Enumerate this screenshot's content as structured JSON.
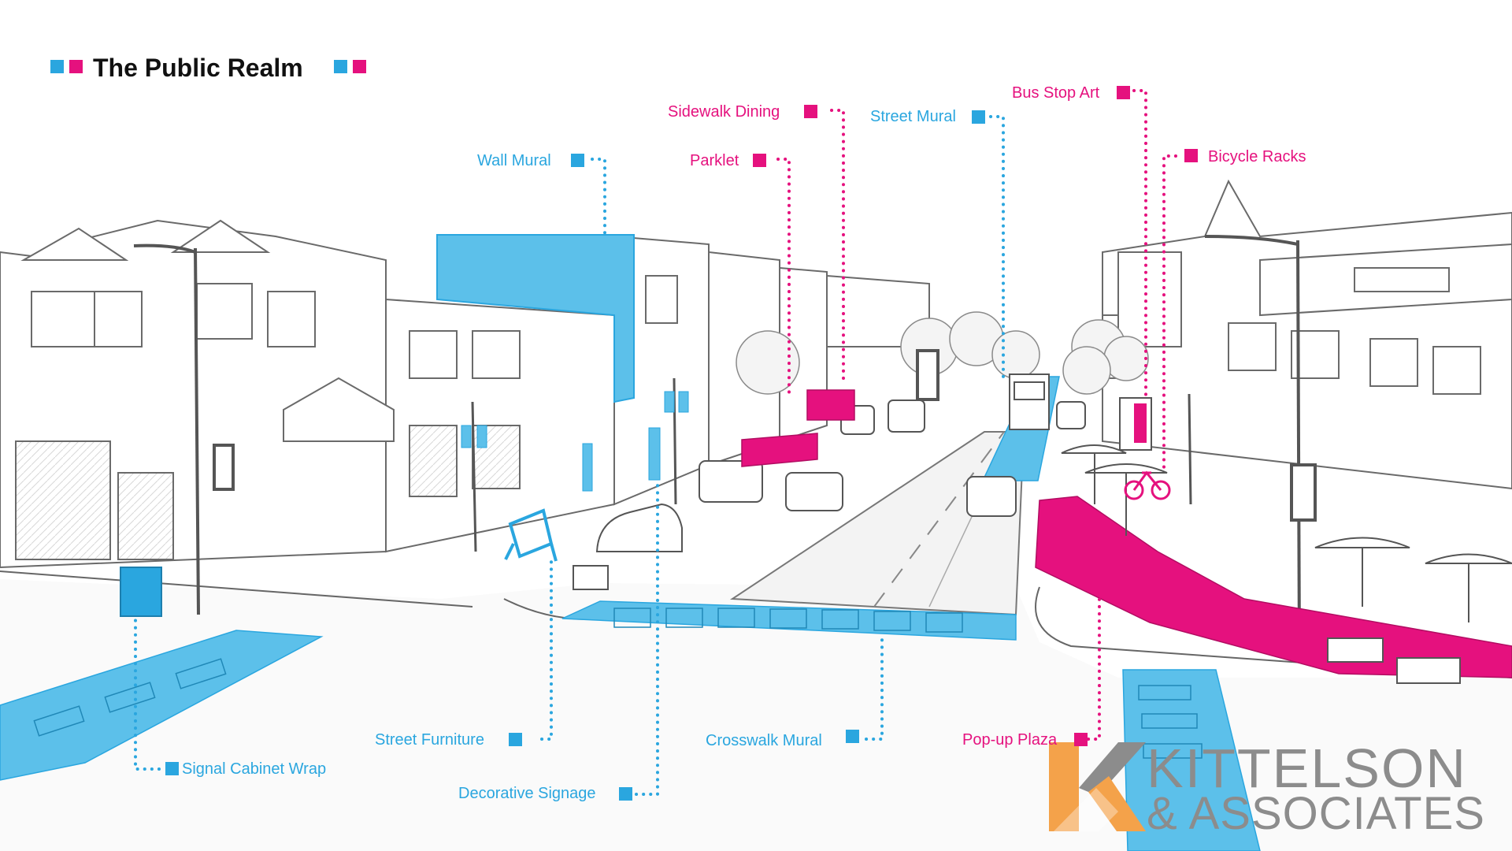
{
  "title": "The Public Realm",
  "colors": {
    "blue": "#2aa6df",
    "pink": "#e5117e",
    "line": "#7c7c7c",
    "logo_orange": "#f4a24a",
    "logo_gray": "#8c8c8c"
  },
  "labels": {
    "wall_mural": "Wall Mural",
    "parklet": "Parklet",
    "sidewalk_dining": "Sidewalk Dining",
    "street_mural": "Street Mural",
    "bus_stop_art": "Bus Stop Art",
    "bicycle_racks": "Bicycle Racks",
    "street_furniture": "Street Furniture",
    "crosswalk_mural": "Crosswalk Mural",
    "pop_up_plaza": "Pop-up Plaza",
    "signal_cabinet_wrap": "Signal Cabinet Wrap",
    "decorative_signage": "Decorative Signage"
  },
  "logo": {
    "line1": "KITTELSON",
    "line2": "& ASSOCIATES"
  }
}
